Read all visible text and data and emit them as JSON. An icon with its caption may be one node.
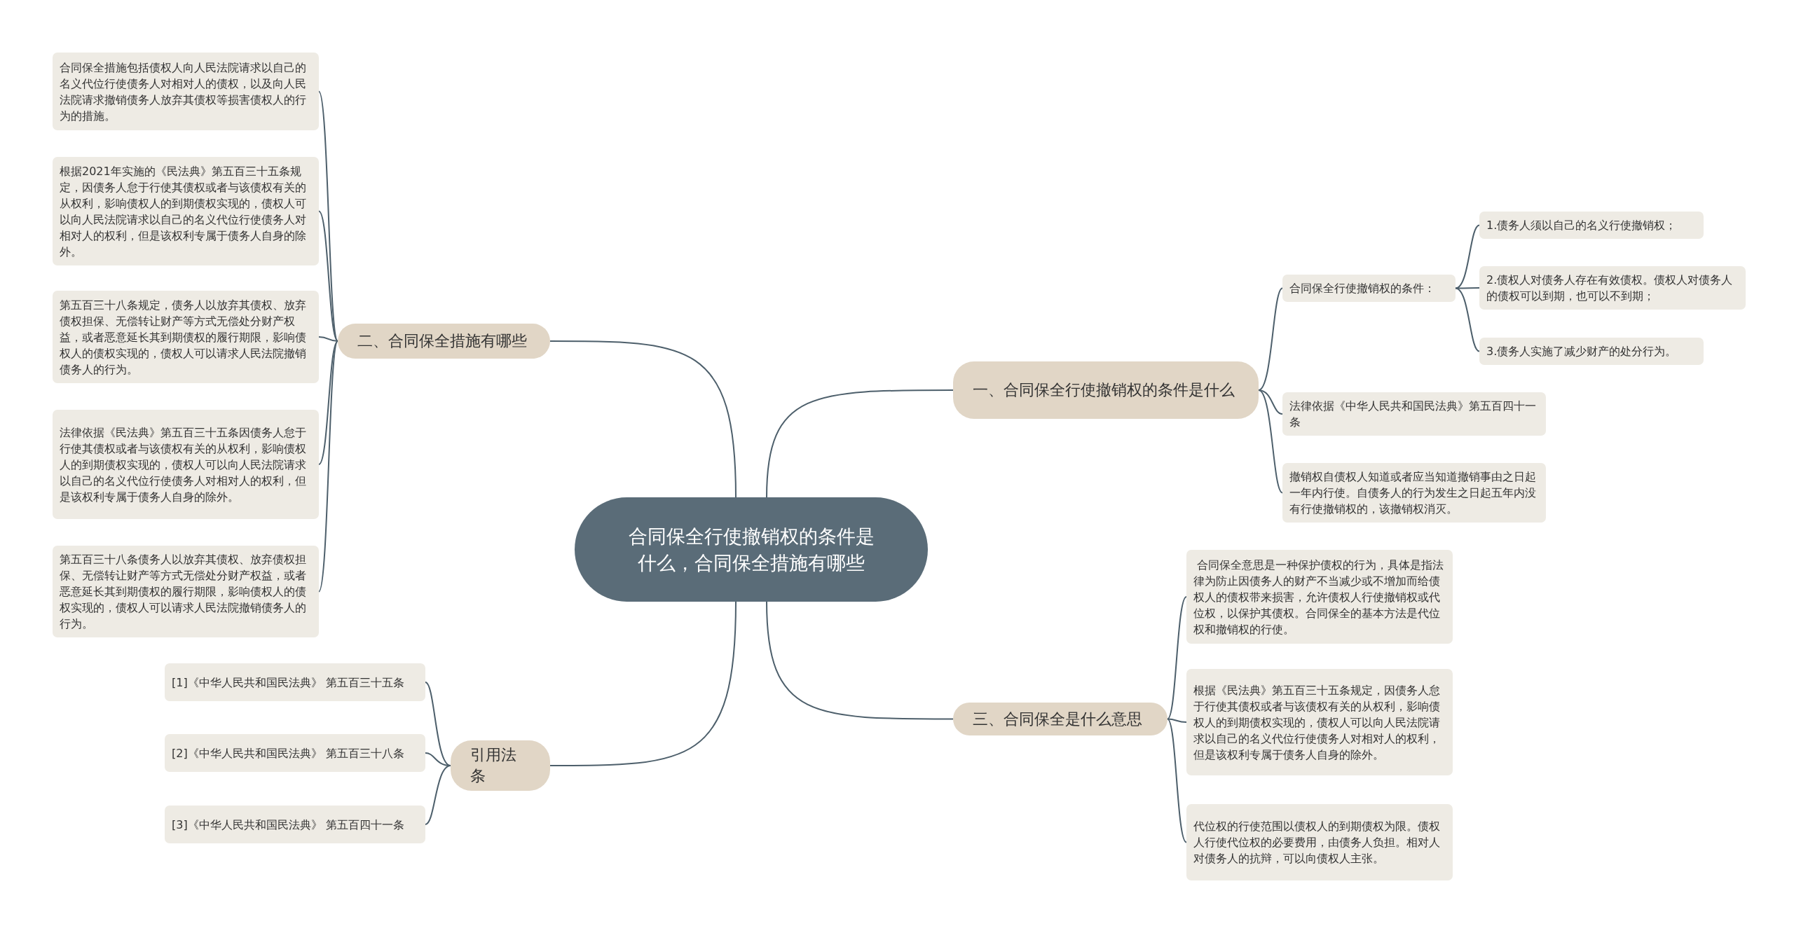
{
  "diagram": {
    "nodes": [
      {
        "text": [
          "合同保全行使撤销权的条件是什么，合同保全措施有哪些"
        ]
      },
      {
        "text": [
          "二、合同保全措施有哪些"
        ]
      },
      {
        "text": [
          "合同保全措施包括债权人向人民法院请求以自己的名义代位行使债务人对相对人的债权，以及向人民法院请求撤销债务人放弃其债权等损害债权人的行为的措施。"
        ]
      },
      {
        "text": [
          "根据2021年实施的《民法典》第五百三十五条规定，因债务人怠于行使其债权或者与该债权有关的从权利，影响债权人的到期债权实现的，债权人可以向人民法院请求以自己的名义代位行使债务人对相对人的权利，但是该权利专属于债务人自身的除外。"
        ]
      },
      {
        "text": [
          "第五百三十八条规定，债务人以放弃其债权、放弃债权担保、无偿转让财产等方式无偿处分财产权益，或者恶意延长其到期债权的履行期限，影响债权人的债权实现的，债权人可以请求人民法院撤销债务人的行为。"
        ]
      },
      {
        "text": [
          "法律依据《民法典》第五百三十五条因债务人怠于行使其债权或者与该债权有关的从权利，影响债权人的到期债权实现的，债权人可以向人民法院请求以自己的名义代位行使债务人对相对人的权利，但是该权利专属于债务人自身的除外。"
        ]
      },
      {
        "text": [
          "第五百三十八条债务人以放弃其债权、放弃债权担保、无偿转让财产等方式无偿处分财产权益，或者恶意延长其到期债权的履行期限，影响债权人的债权实现的，债权人可以请求人民法院撤销债务人的行为。"
        ]
      },
      {
        "text": [
          "引用法条"
        ]
      },
      {
        "text": [
          "[1]《中华人民共和国民法典》 第五百三十五条"
        ]
      },
      {
        "text": [
          "[2]《中华人民共和国民法典》 第五百三十八条"
        ]
      },
      {
        "text": [
          "[3]《中华人民共和国民法典》 第五百四十一条"
        ]
      },
      {
        "text": [
          "一、合同保全行使撤销权的条件是什么"
        ]
      },
      {
        "text": [
          "合同保全行使撤销权的条件："
        ]
      },
      {
        "text": [
          "1.债务人须以自己的名义行使撤销权；"
        ]
      },
      {
        "text": [
          "2.债权人对债务人存在有效债权。债权人对债务人的债权可以到期，也可以不到期；"
        ]
      },
      {
        "text": [
          "3.债务人实施了减少财产的处分行为。"
        ]
      },
      {
        "text": [
          "法律依据《中华人民共和国民法典》第五百四十一条"
        ]
      },
      {
        "text": [
          "撤销权自债权人知道或者应当知道撤销事由之日起一年内行使。自债务人的行为发生之日起五年内没有行使撤销权的，该撤销权消灭。"
        ]
      },
      {
        "text": [
          "三、合同保全是什么意思"
        ]
      },
      {
        "text": [
          " 合同保全意思是一种保护债权的行为，具体是指法律为防止因债务人的财产不当减少或不增加而给债权人的债权带来损害，允许债权人行使撤销权或代位权，以保护其债权。合同保全的基本方法是代位权和撤销权的行使。"
        ]
      },
      {
        "text": [
          "根据《民法典》第五百三十五条规定，因债务人怠于行使其债权或者与该债权有关的从权利，影响债权人的到期债权实现的，债权人可以向人民法院请求以自己的名义代位行使债务人对相对人的权利，但是该权利专属于债务人自身的除外。"
        ]
      },
      {
        "text": [
          "代位权的行使范围以债权人的到期债权为限。债权人行使代位权的必要费用，由债务人负担。相对人对债务人的抗辩，可以向债权人主张。"
        ]
      }
    ],
    "edges": [
      {
        "from": 0,
        "to": 1,
        "arrow": "none"
      },
      {
        "from": 1,
        "to": 2,
        "arrow": "none"
      },
      {
        "from": 1,
        "to": 3,
        "arrow": "none"
      },
      {
        "from": 1,
        "to": 4,
        "arrow": "none"
      },
      {
        "from": 1,
        "to": 5,
        "arrow": "none"
      },
      {
        "from": 1,
        "to": 6,
        "arrow": "none"
      },
      {
        "from": 0,
        "to": 7,
        "arrow": "none"
      },
      {
        "from": 7,
        "to": 8,
        "arrow": "none"
      },
      {
        "from": 7,
        "to": 9,
        "arrow": "none"
      },
      {
        "from": 7,
        "to": 10,
        "arrow": "none"
      },
      {
        "from": 0,
        "to": 11,
        "arrow": "none"
      },
      {
        "from": 11,
        "to": 12,
        "arrow": "none"
      },
      {
        "from": 12,
        "to": 13,
        "arrow": "none"
      },
      {
        "from": 12,
        "to": 14,
        "arrow": "none"
      },
      {
        "from": 12,
        "to": 15,
        "arrow": "none"
      },
      {
        "from": 11,
        "to": 16,
        "arrow": "none"
      },
      {
        "from": 11,
        "to": 17,
        "arrow": "none"
      },
      {
        "from": 0,
        "to": 18,
        "arrow": "none"
      },
      {
        "from": 18,
        "to": 19,
        "arrow": "none"
      },
      {
        "from": 18,
        "to": 20,
        "arrow": "none"
      },
      {
        "from": 18,
        "to": 21,
        "arrow": "none"
      }
    ]
  }
}
